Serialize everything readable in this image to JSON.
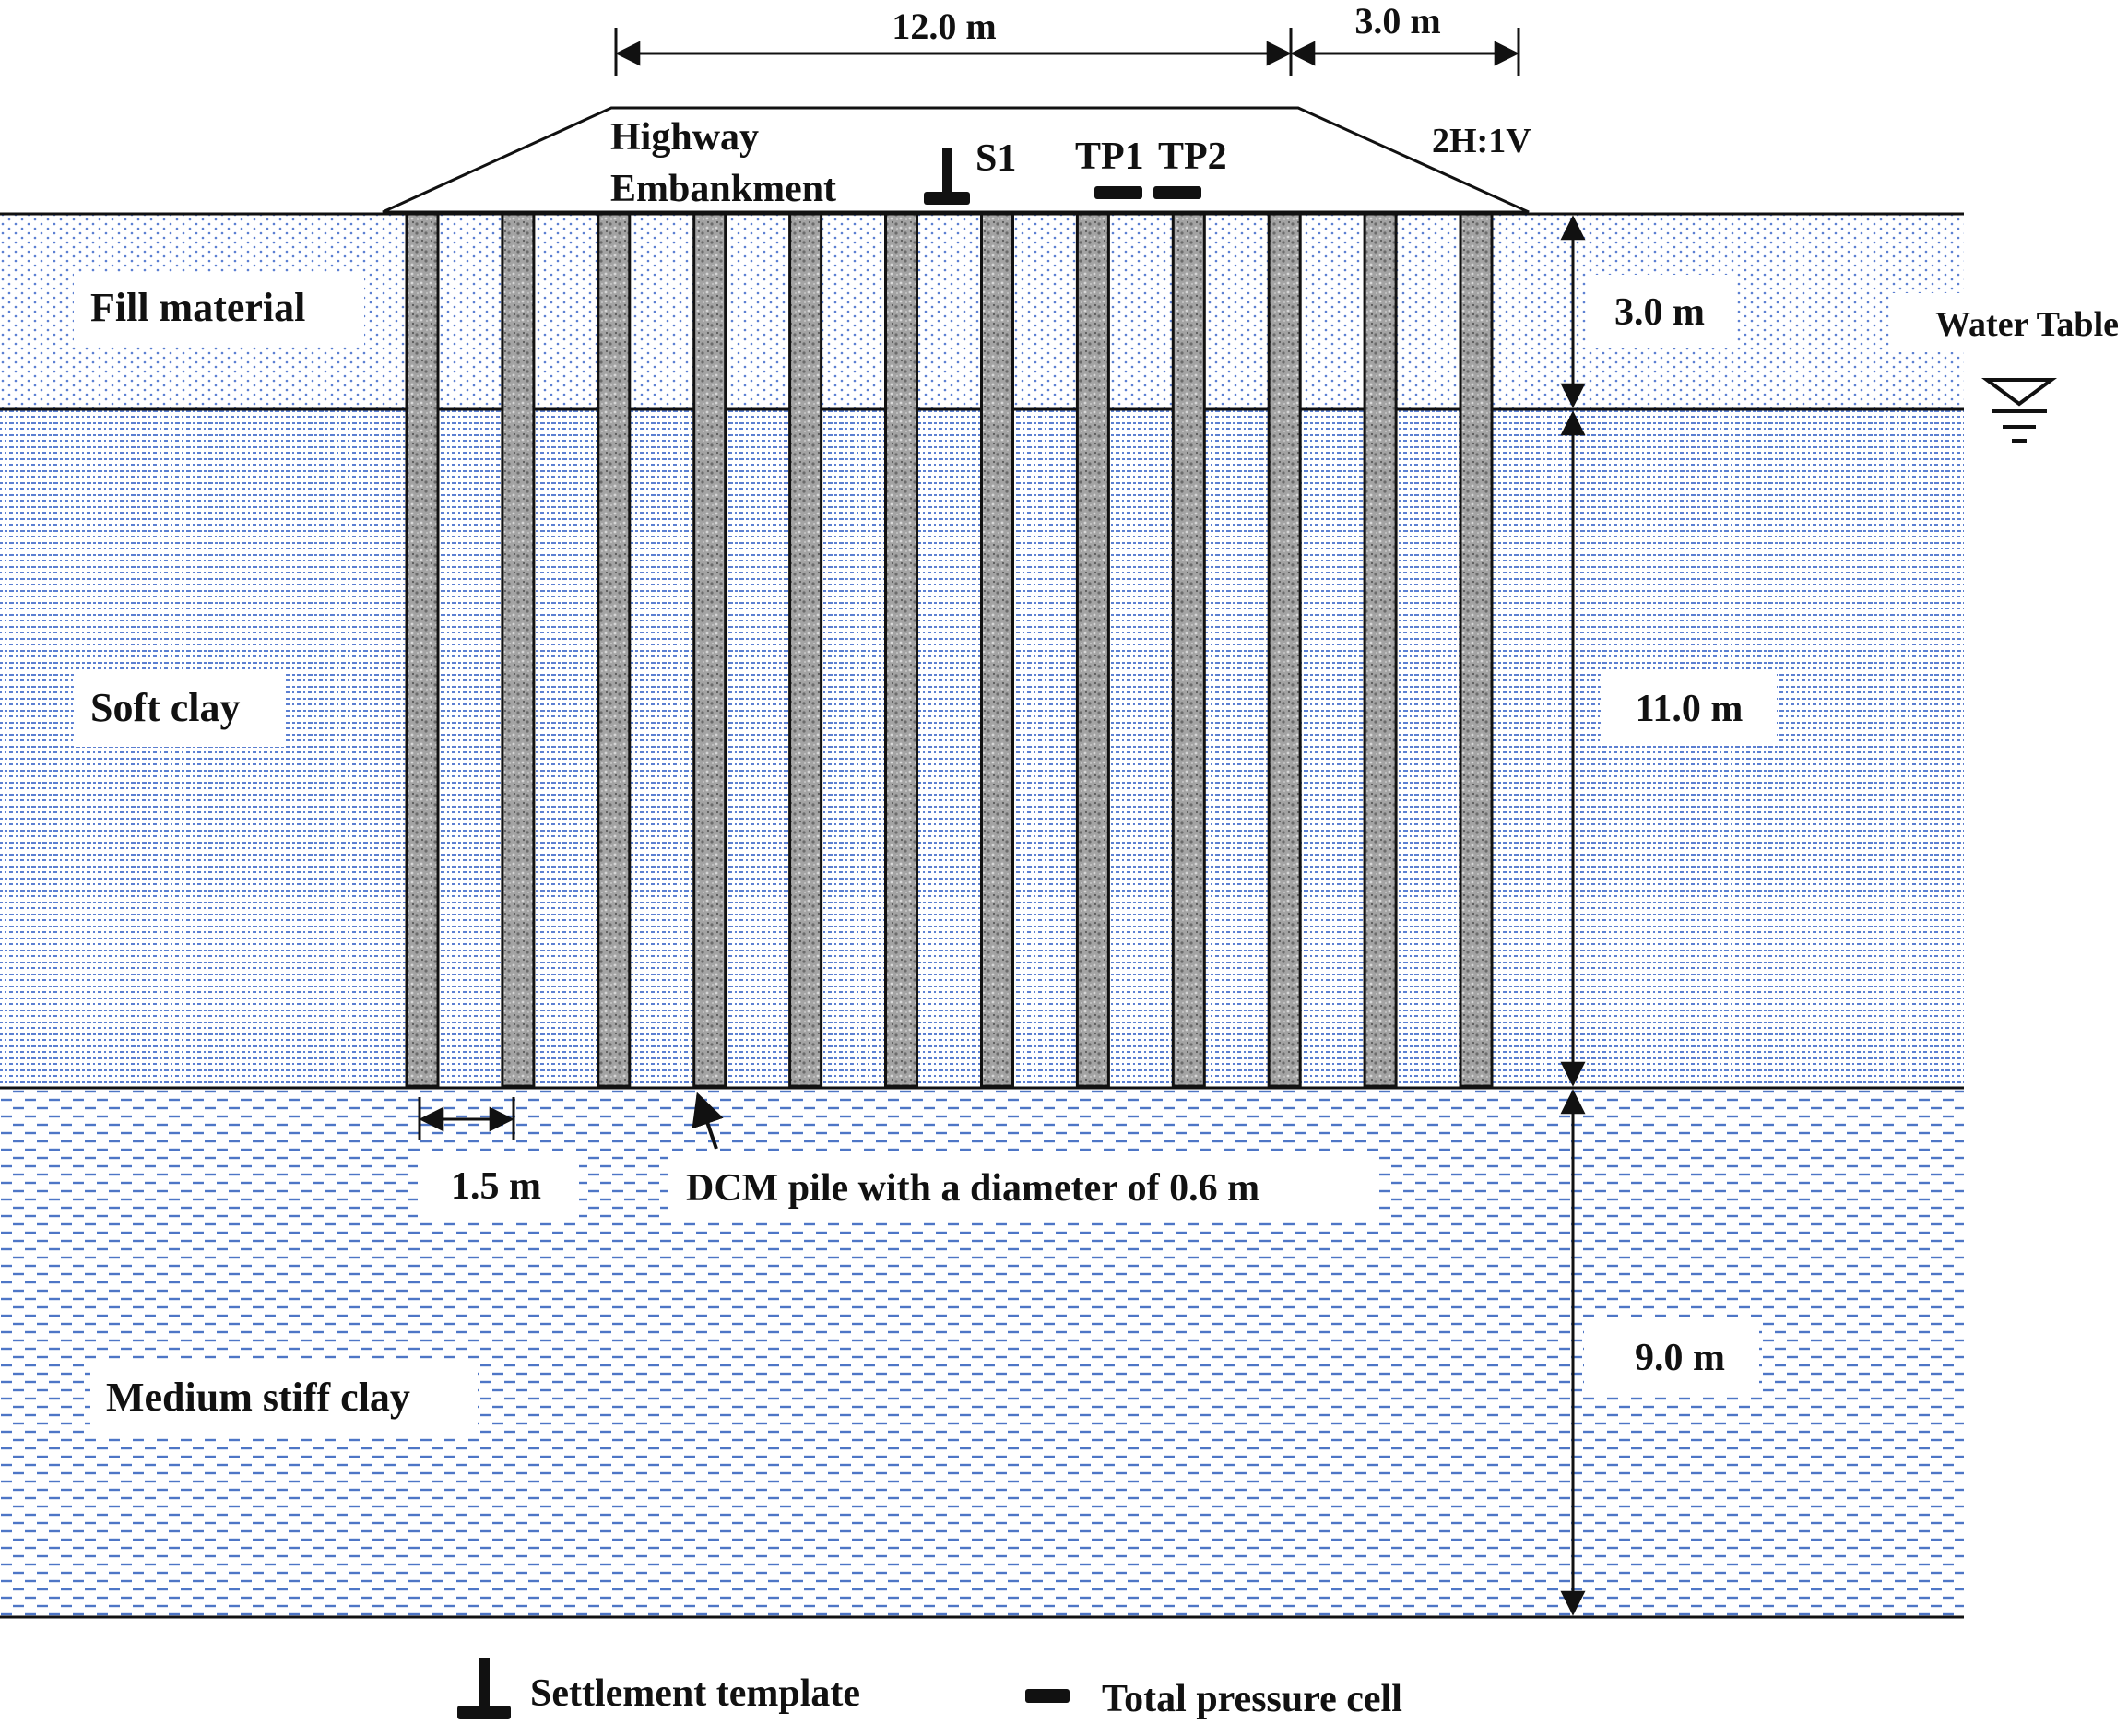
{
  "colors": {
    "dot_pattern": "#5b7fd1",
    "dash_pattern": "#4e76c6",
    "pile_fill": "#9a9a9a",
    "line": "#111111"
  },
  "embankment": {
    "label_line1": "Highway",
    "label_line2": "Embankment",
    "crest_width": "12.0 m",
    "slope_width": "3.0 m",
    "slope_ratio": "2H:1V"
  },
  "instruments": {
    "settlement": "S1",
    "pressure_1": "TP1",
    "pressure_2": "TP2"
  },
  "layers": [
    {
      "name": "Fill material",
      "thickness": "3.0 m",
      "pattern": "dots"
    },
    {
      "name": "Soft clay",
      "thickness": "11.0 m",
      "pattern": "lines"
    },
    {
      "name": "Medium stiff clay",
      "thickness": "9.0 m",
      "pattern": "dashes"
    }
  ],
  "water_table": "Water Table",
  "piles": {
    "count": 12,
    "spacing_label": "1.5 m",
    "callout": "DCM pile with a diameter of 0.6 m"
  },
  "legend": {
    "settlement_template": "Settlement template",
    "total_pressure_cell": "Total pressure cell"
  }
}
